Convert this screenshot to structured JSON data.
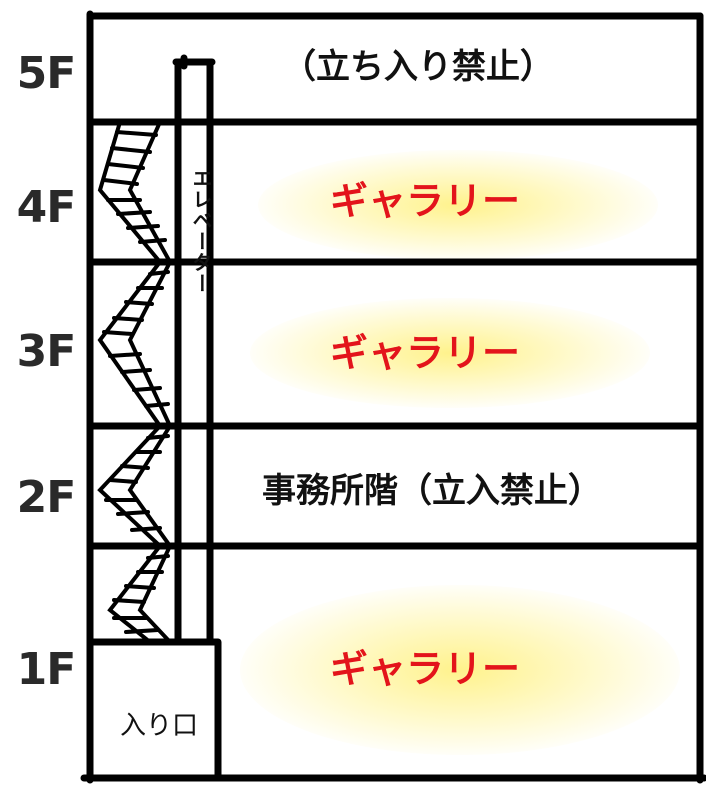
{
  "floors": [
    {
      "label": "5F",
      "room": "（立ち入り禁止）"
    },
    {
      "label": "4F",
      "room": "ギャラリー"
    },
    {
      "label": "3F",
      "room": "ギャラリー"
    },
    {
      "label": "2F",
      "room": "事務所階（立入禁止）"
    },
    {
      "label": "1F",
      "room": "ギャラリー"
    }
  ],
  "elevator_label": "エレベーター",
  "entrance_label": "入り口",
  "colors": {
    "gallery_text": "#e3141b",
    "line": "#000000",
    "glow": "#fff3a0"
  }
}
